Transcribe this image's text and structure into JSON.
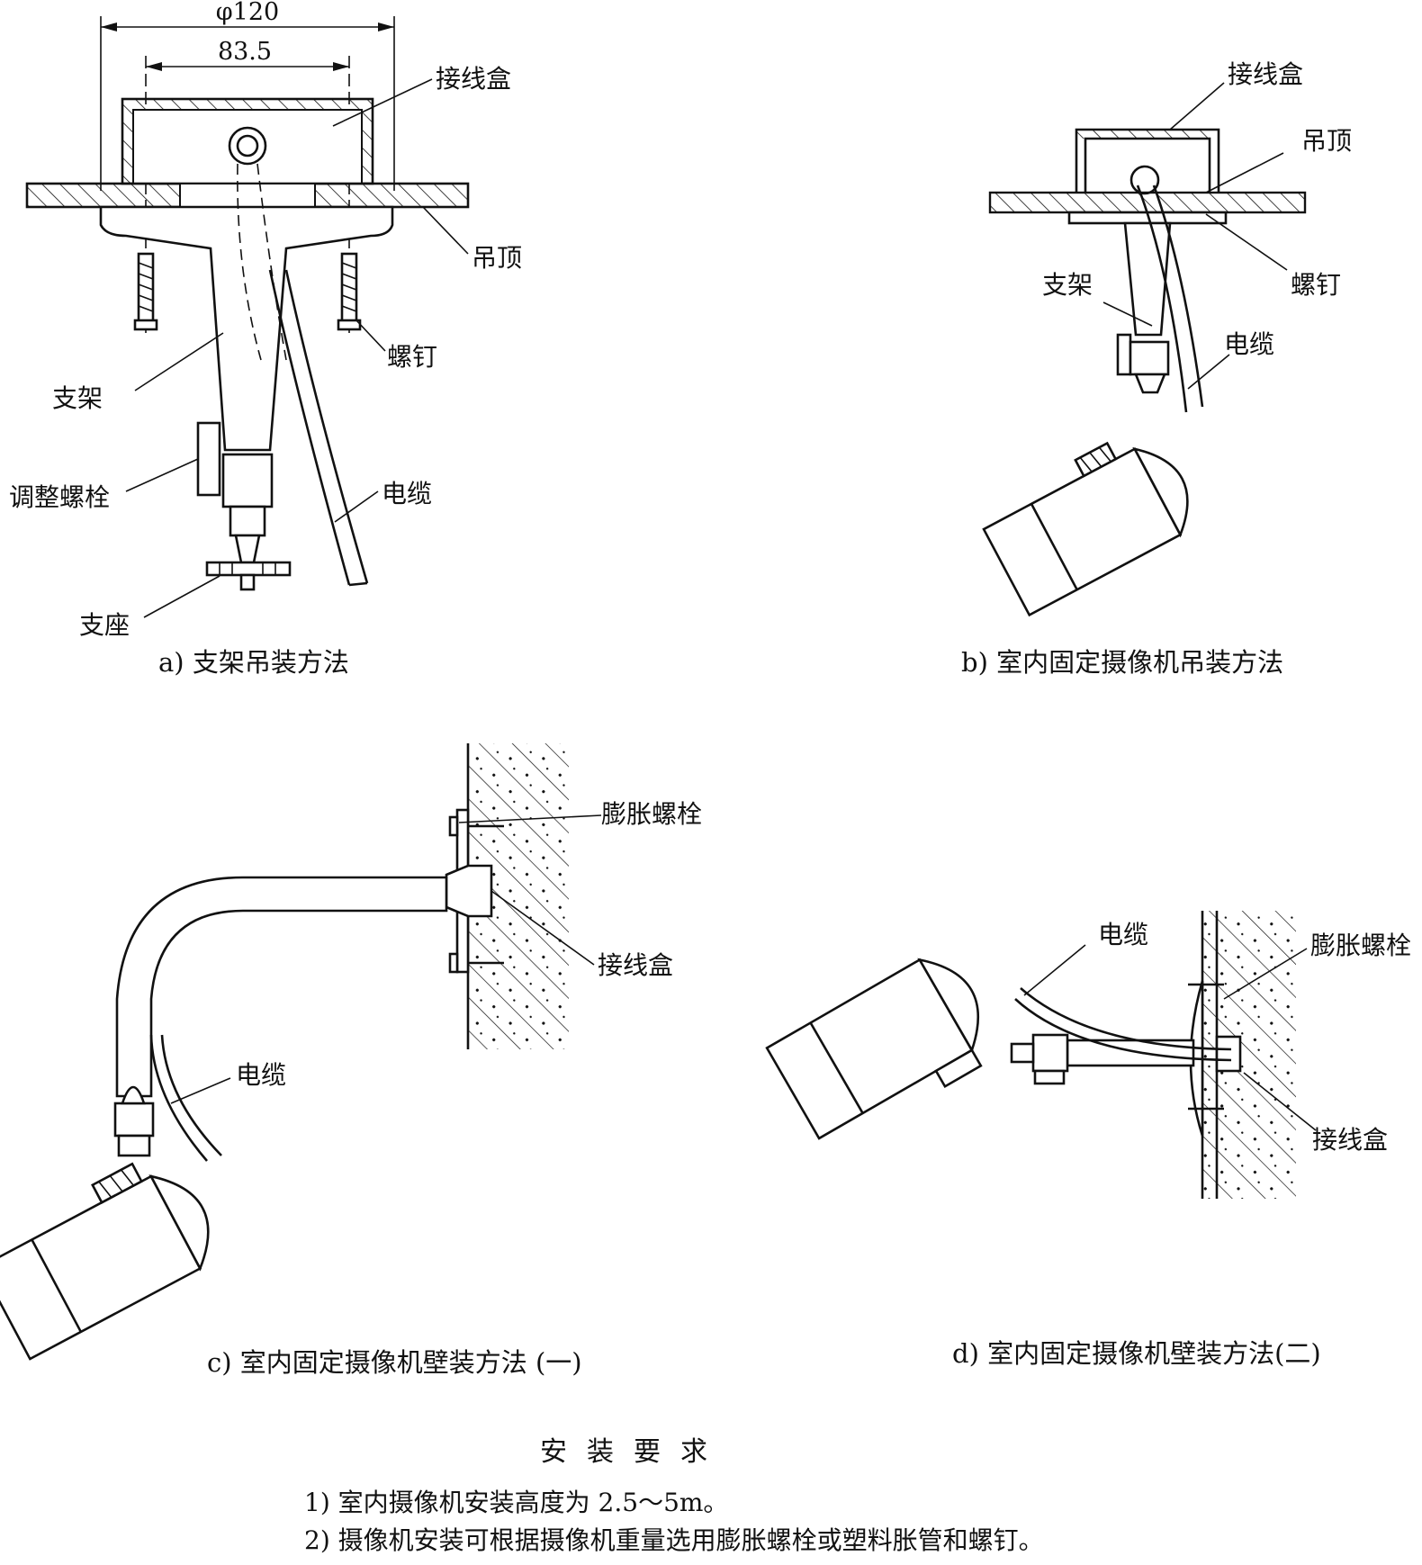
{
  "diagram_a": {
    "dimension_outer": "φ120",
    "dimension_inner": "83.5",
    "labels": {
      "junction_box": "接线盒",
      "ceiling": "吊顶",
      "screw": "螺钉",
      "bracket": "支架",
      "adjust_bolt": "调整螺栓",
      "cable": "电缆",
      "base": "支座"
    },
    "caption": "a) 支架吊装方法"
  },
  "diagram_b": {
    "labels": {
      "junction_box": "接线盒",
      "ceiling": "吊顶",
      "screw": "螺钉",
      "bracket": "支架",
      "cable": "电缆"
    },
    "caption": "b) 室内固定摄像机吊装方法"
  },
  "diagram_c": {
    "labels": {
      "expansion_bolt": "膨胀螺栓",
      "junction_box": "接线盒",
      "cable": "电缆"
    },
    "caption": "c) 室内固定摄像机壁装方法 (一)"
  },
  "diagram_d": {
    "labels": {
      "cable": "电缆",
      "expansion_bolt": "膨胀螺栓",
      "junction_box": "接线盒"
    },
    "caption": "d) 室内固定摄像机壁装方法(二)"
  },
  "requirements": {
    "heading": "安装要求",
    "items": [
      "1) 室内摄像机安装高度为 2.5～5m。",
      "2) 摄像机安装可根据摄像机重量选用膨胀螺栓或塑料胀管和螺钉。"
    ]
  }
}
